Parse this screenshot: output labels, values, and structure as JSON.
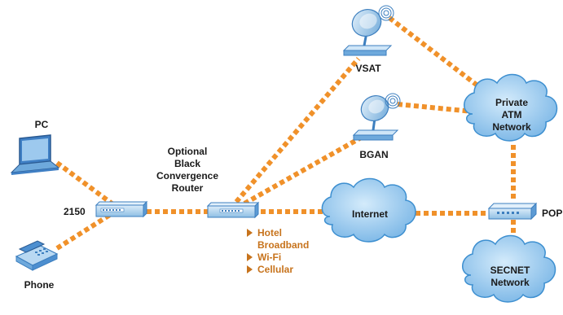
{
  "nodes": {
    "pc": "PC",
    "phone": "Phone",
    "device_2150": "2150",
    "router": [
      "Optional",
      "Black",
      "Convergence",
      "Router"
    ],
    "vsat": "VSAT",
    "bgan": "BGAN",
    "private_atm": [
      "Private",
      "ATM",
      "Network"
    ],
    "internet": "Internet",
    "pop": "POP",
    "secnet": [
      "SECNET",
      "Network"
    ]
  },
  "access_options": [
    "Hotel",
    "Broadband",
    "Wi-Fi",
    "Cellular"
  ],
  "colors": {
    "link": "#f0912a",
    "access_text": "#c7731c",
    "cloud_fill": "#8ec3ec",
    "cloud_stroke": "#3d8fd0",
    "device_fill": "#b9d8f0",
    "label_text": "#1a1a1a"
  },
  "icons": {
    "pc": "laptop-icon",
    "phone": "desk-phone-icon",
    "hardware": "network-appliance-icon",
    "satellite": "satellite-dish-icon",
    "network": "cloud-icon"
  }
}
